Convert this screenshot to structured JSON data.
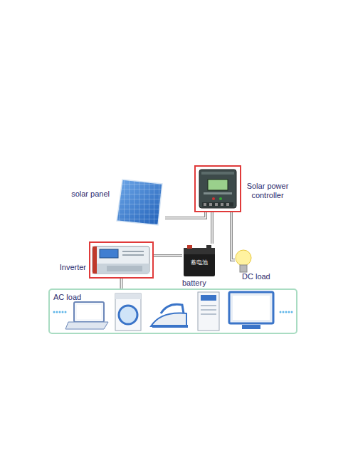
{
  "diagram": {
    "nodes": [
      {
        "text": [
          "solar panel"
        ]
      },
      {
        "text": [
          "Solar power controller"
        ]
      },
      {
        "text": [
          "Inverter"
        ]
      },
      {
        "text": [
          "蓄电池",
          "battery"
        ]
      },
      {
        "text": [
          "DC load"
        ]
      },
      {
        "text": [
          "AC load"
        ]
      }
    ],
    "edges": [
      {
        "from": 0,
        "to": 1,
        "arrow": "none"
      },
      {
        "from": 1,
        "to": 3,
        "arrow": "none"
      },
      {
        "from": 1,
        "to": 4,
        "arrow": "none"
      },
      {
        "from": 3,
        "to": 2,
        "arrow": "none"
      },
      {
        "from": 2,
        "to": 5,
        "arrow": "none"
      }
    ]
  }
}
